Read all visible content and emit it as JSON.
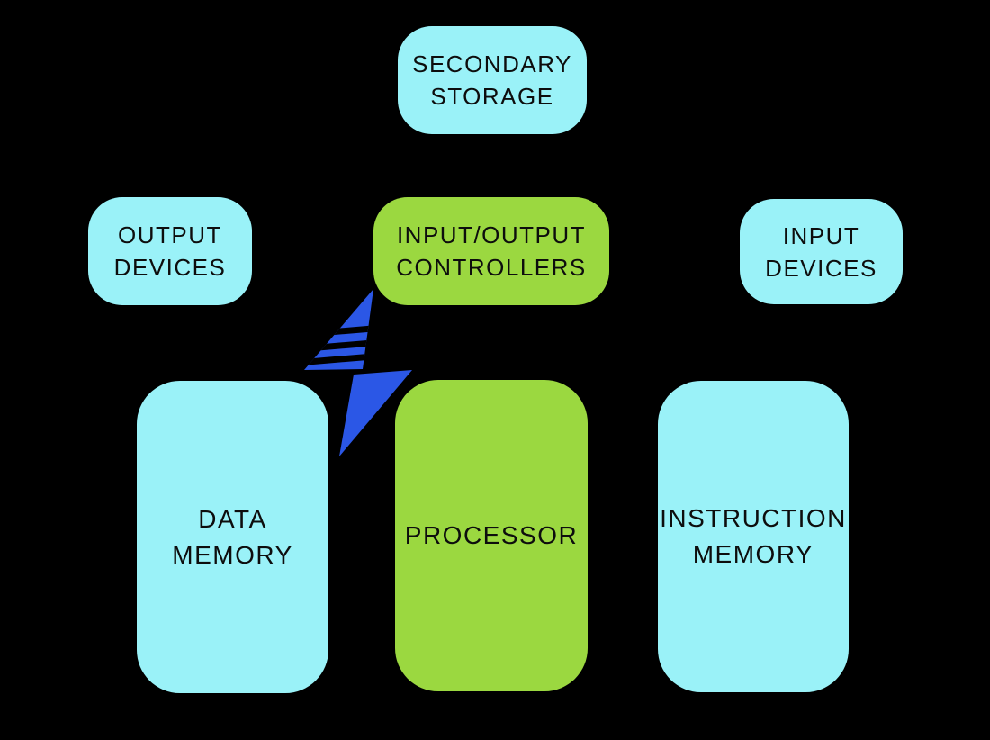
{
  "diagram": {
    "title": "computer architecture block diagram",
    "background": "#000000"
  },
  "colors": {
    "background": "#000000",
    "cyan": "#9af2f8",
    "green": "#9bd840",
    "blue": "#2b57e6",
    "text": "#0d0d0d"
  },
  "nodes": {
    "secondary_storage": {
      "lines": [
        "SECONDARY",
        "STORAGE"
      ],
      "fill": "#9af2f8"
    },
    "output_devices": {
      "lines": [
        "OUTPUT",
        "DEVICES"
      ],
      "fill": "#9af2f8"
    },
    "io_controllers": {
      "lines": [
        "INPUT/OUTPUT",
        "CONTROLLERS"
      ],
      "fill": "#9bd840"
    },
    "input_devices": {
      "lines": [
        "INPUT",
        "DEVICES"
      ],
      "fill": "#9af2f8"
    },
    "data_memory": {
      "lines": [
        "DATA",
        "MEMORY"
      ],
      "fill": "#9af2f8"
    },
    "processor": {
      "lines": [
        "PROCESSOR",
        ""
      ],
      "fill": "#9bd840"
    },
    "instruction_memory": {
      "lines": [
        "INSTRUCTION",
        "MEMORY"
      ],
      "fill": "#9af2f8"
    }
  },
  "icons": {
    "lightning_bolt": {
      "name": "lightning-bolt-icon",
      "color": "#2b57e6",
      "stripes": 3
    }
  }
}
